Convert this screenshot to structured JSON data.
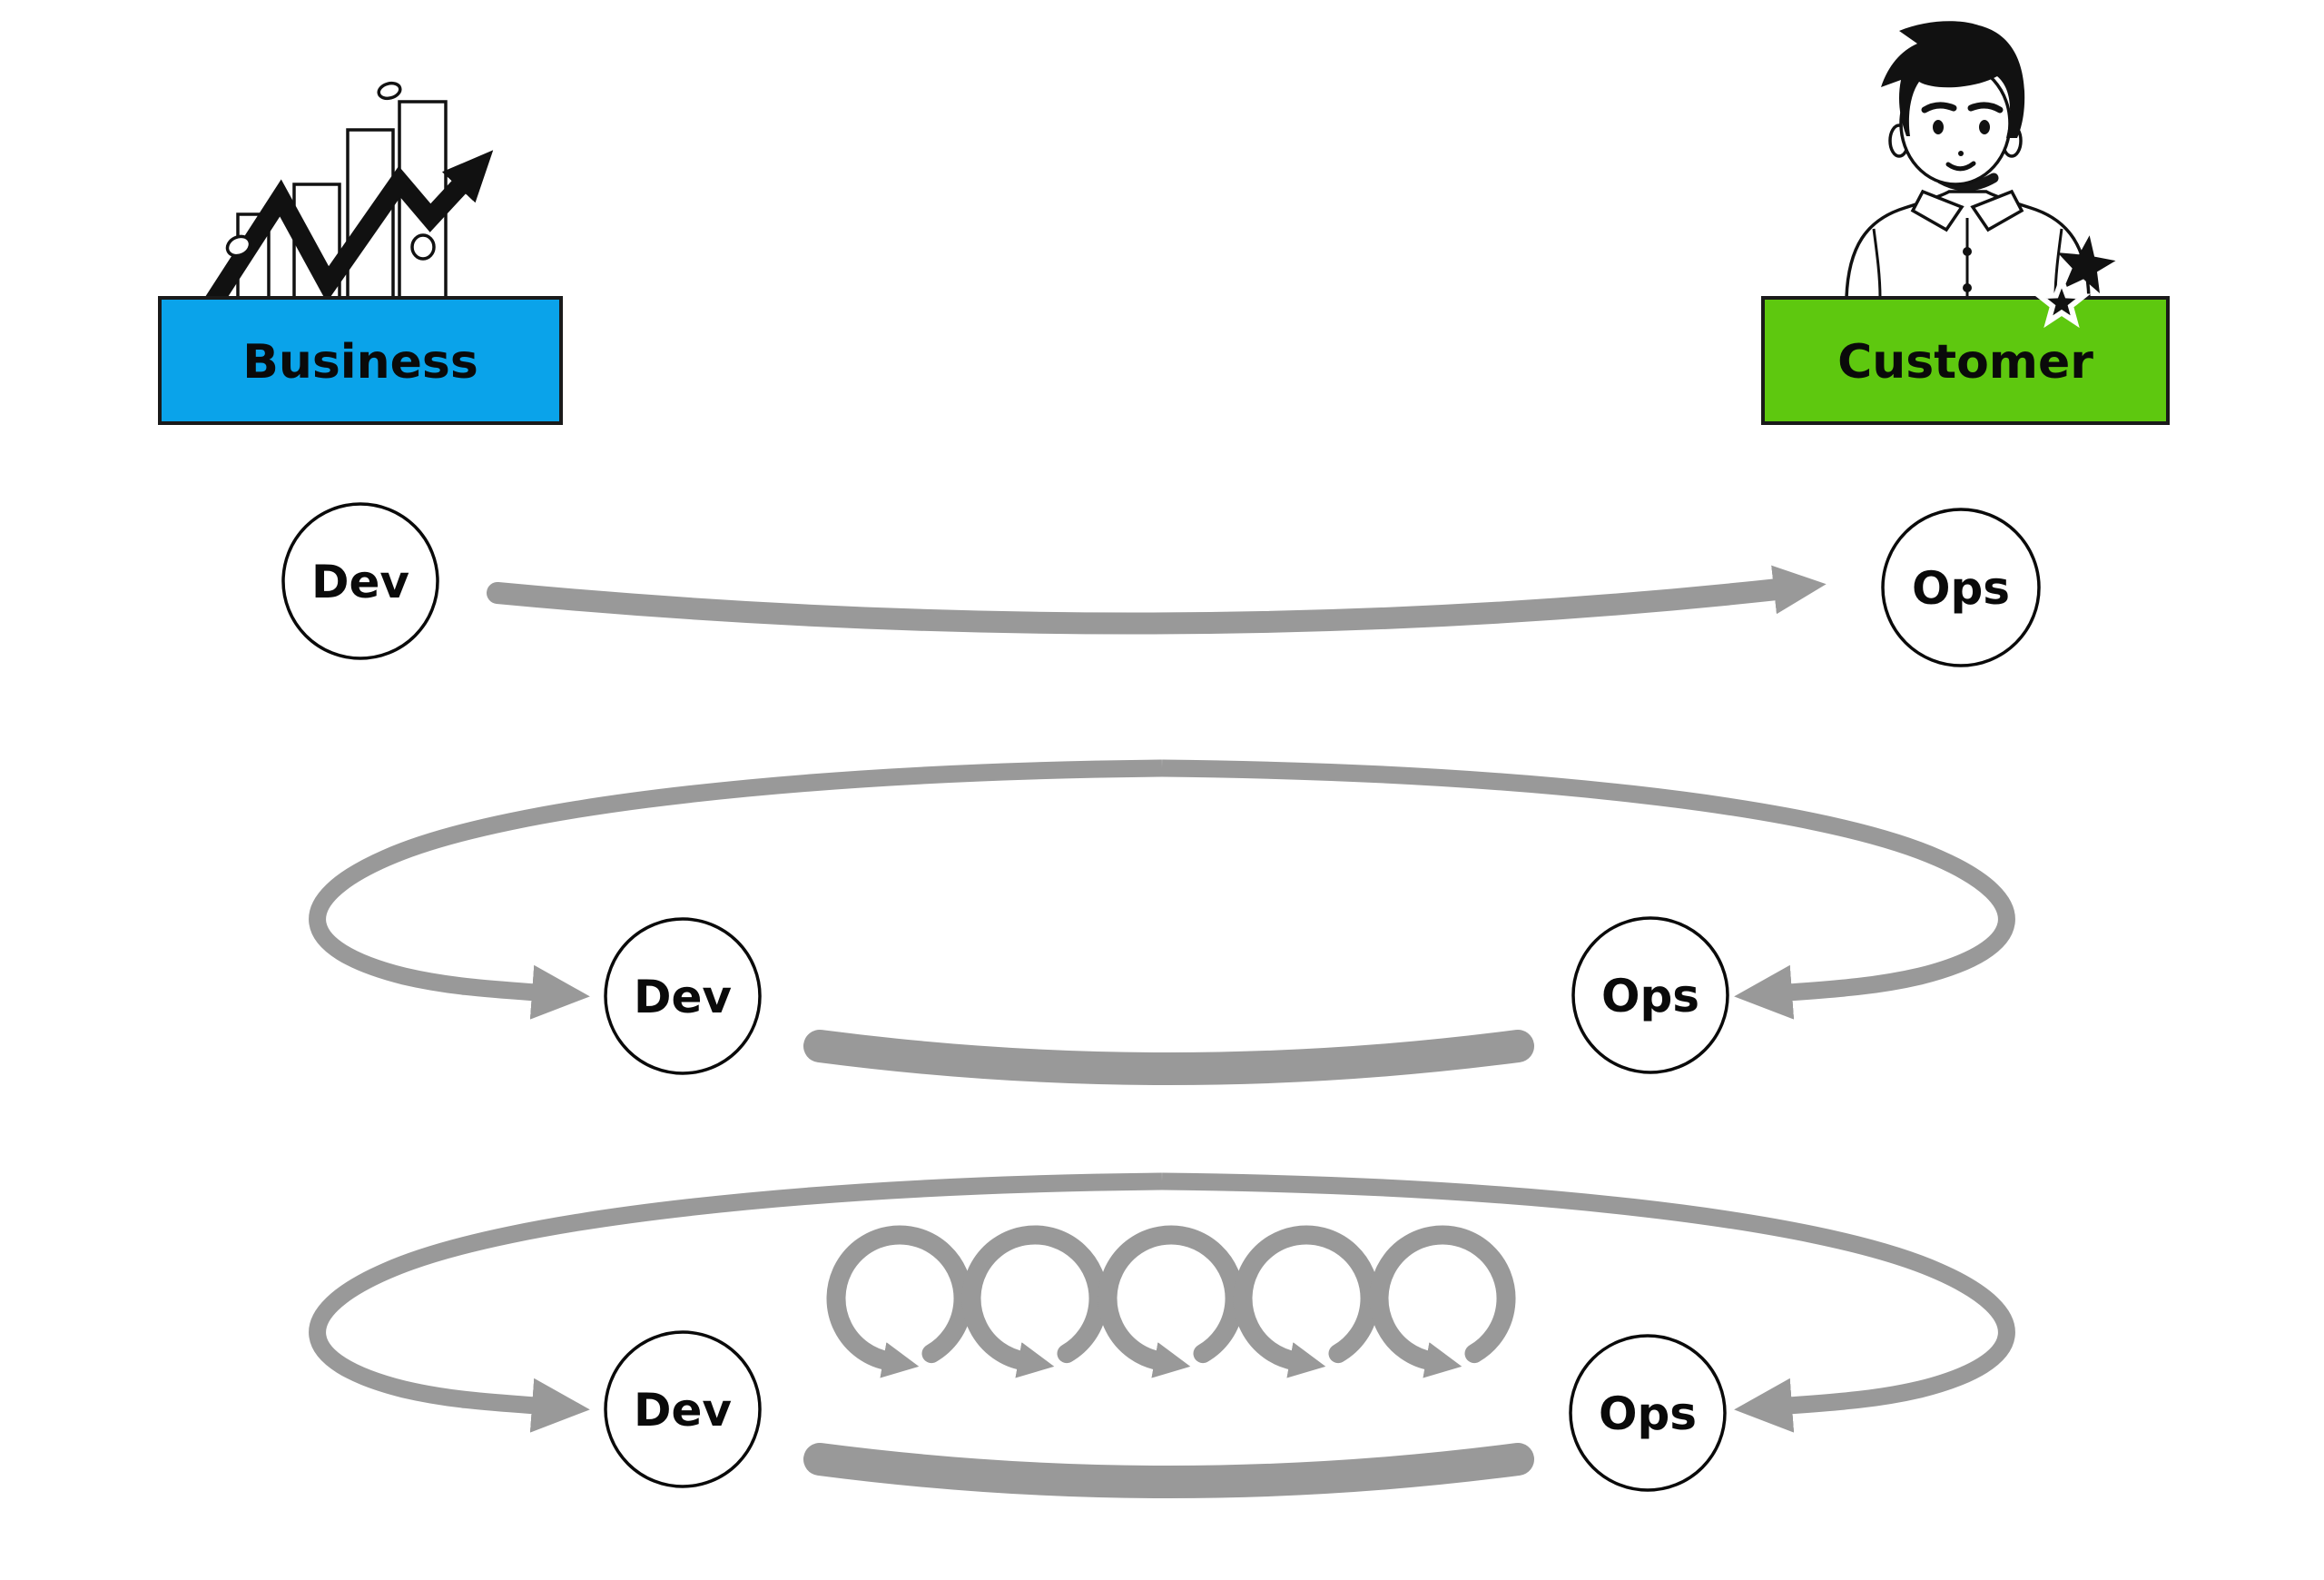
{
  "colors": {
    "business_box": "#0AA3EA",
    "customer_box": "#5EC80F",
    "arrow_gray": "#999999",
    "ink_black": "#111111"
  },
  "header": {
    "business": {
      "label": "Business",
      "icon": "growth-bar-chart-illustration"
    },
    "customer": {
      "label": "Customer",
      "icon": "person-avatar-with-stars-illustration"
    }
  },
  "rows": [
    {
      "kind": "one-way-handoff",
      "dev": "Dev",
      "ops": "Ops"
    },
    {
      "kind": "feedback-loop",
      "dev": "Dev",
      "ops": "Ops"
    },
    {
      "kind": "feedback-loop-iterative",
      "dev": "Dev",
      "ops": "Ops",
      "iterations": 5
    }
  ]
}
